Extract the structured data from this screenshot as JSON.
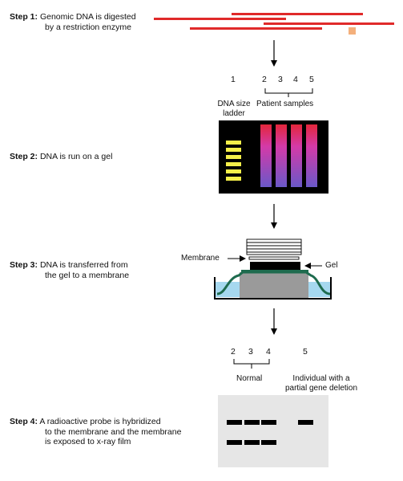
{
  "steps": [
    {
      "label": "Step 1:",
      "text_line1": "Genomic DNA is digested",
      "text_line2": "by a restriction enzyme"
    },
    {
      "label": "Step 2:",
      "text_line1": "DNA is run on a gel"
    },
    {
      "label": "Step 3:",
      "text_line1": "DNA is transferred from",
      "text_line2": "the gel to a membrane"
    },
    {
      "label": "Step 4:",
      "text_line1": "A radioactive probe is hybridized",
      "text_line2": "to the membrane and the membrane",
      "text_line3": "is exposed to x-ray film"
    }
  ],
  "gel": {
    "lane1": "1",
    "lanes": [
      "2",
      "3",
      "4",
      "5"
    ],
    "ladder_label_line1": "DNA size",
    "ladder_label_line2": "ladder",
    "samples_label": "Patient samples"
  },
  "transfer": {
    "membrane_label": "Membrane",
    "gel_label": "Gel"
  },
  "film": {
    "lanes": [
      "2",
      "3",
      "4",
      "5"
    ],
    "normal_label": "Normal",
    "deletion_line1": "Individual with a",
    "deletion_line2": "partial gene deletion"
  },
  "colors": {
    "dna_fragment": "#e02a2a",
    "fragment_small": "#f4b07c",
    "gel_bg": "#000000",
    "ladder_band": "#f5ef4a",
    "buffer": "#a6d8ef",
    "membrane": "#1e6b4e",
    "film_bg": "#e6e6e6",
    "film_band": "#000000"
  }
}
